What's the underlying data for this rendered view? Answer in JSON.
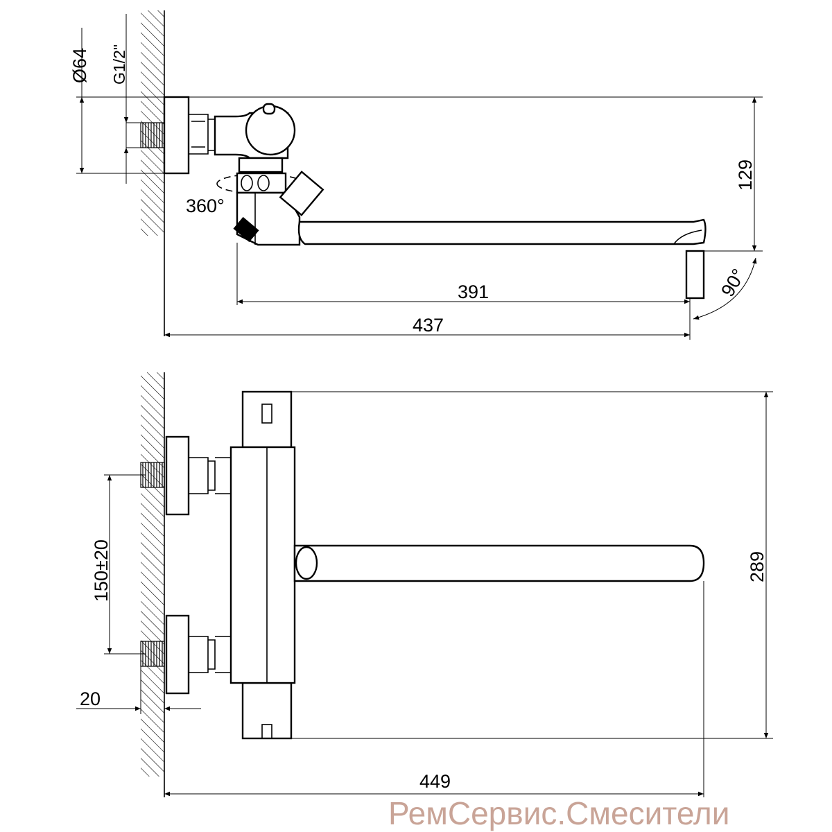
{
  "side_view": {
    "flange_diameter": "Ø64",
    "thread_size": "G1/2\"",
    "rotation_angle": "360°",
    "height_dim": "129",
    "spout_length": "391",
    "overall_length": "437",
    "outlet_angle": "90°"
  },
  "top_view": {
    "overall_height": "289",
    "inlet_spacing": "150±20",
    "wall_offset": "20",
    "overall_length": "449"
  },
  "watermark": "РемСервис.Смесители"
}
